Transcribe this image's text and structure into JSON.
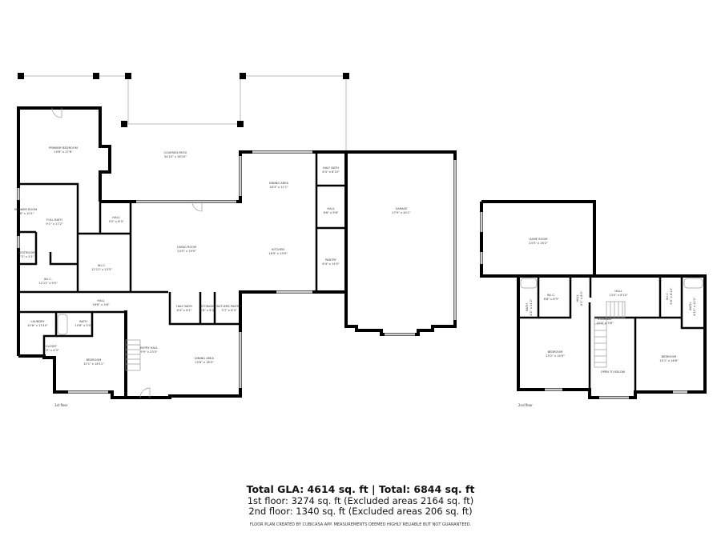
{
  "floors": [
    {
      "label": "1st floor",
      "rooms": [
        {
          "name": "PRIMARY BEDROOM",
          "dims": "19'8\" x 27'6\""
        },
        {
          "name": "COVERED PATIO",
          "dims": "54'10\" x 28'10\""
        },
        {
          "name": "DINING AREA",
          "dims": "16'3\" x 11'1\""
        },
        {
          "name": "HALF BATH",
          "dims": "6'4\" x 6'10\""
        },
        {
          "name": "HALL",
          "dims": "6'6\" x 9'8\""
        },
        {
          "name": "GARAGE",
          "dims": "27'9\" x 40'1\""
        },
        {
          "name": "PANTRY",
          "dims": "6'4\" x 14'0\""
        },
        {
          "name": "SHOWER ROOM",
          "dims": "7'6\" x 10'1\""
        },
        {
          "name": "FULL BATH",
          "dims": "9'1\" x 17'2\""
        },
        {
          "name": "HALL",
          "dims": "5'5\" x 8'3\""
        },
        {
          "name": "LIVING ROOM",
          "dims": "24'5\" x 19'9\""
        },
        {
          "name": "KITCHEN",
          "dims": "16'9\" x 19'9\""
        },
        {
          "name": "RESTROOM",
          "dims": "7'2\" x 5'1\""
        },
        {
          "name": "W.I.C.",
          "dims": "12'11\" x 9'5\""
        },
        {
          "name": "W.I.C.",
          "dims": "12'11\" x 13'3\""
        },
        {
          "name": "HALL",
          "dims": "16'6\" x 3'8\""
        },
        {
          "name": "LAUNDRY",
          "dims": "10'8\" x 13'10\""
        },
        {
          "name": "BATH",
          "dims": "10'6\" x 5'0\""
        },
        {
          "name": "CLOSET",
          "dims": "5'0\" x 4'3\""
        },
        {
          "name": "BEDROOM",
          "dims": "15'1\" x 18'11\""
        },
        {
          "name": "HALF BATH",
          "dims": "6'4\" x 6'1\""
        },
        {
          "name": "STORAGE",
          "dims": "3'8\" x 6'3\""
        },
        {
          "name": "BUTLERS PANTRY",
          "dims": "5'7\" x 6'3\""
        },
        {
          "name": "ENTRY HALL",
          "dims": "9'9\" x 23'3\""
        },
        {
          "name": "DINING AREA",
          "dims": "15'8\" x 16'0\""
        }
      ]
    },
    {
      "label": "2nd floor",
      "rooms": [
        {
          "name": "GAME ROOM",
          "dims": "24'5\" x 16'2\""
        },
        {
          "name": "W.I.C.",
          "dims": "6'8\" x 8'9\""
        },
        {
          "name": "HALL",
          "dims": "4'3\" x 8'0\""
        },
        {
          "name": "HALL",
          "dims": "13'0\" x 8'10\""
        },
        {
          "name": "BATH",
          "dims": "4'2\" x 11'2\""
        },
        {
          "name": "W.I.C.",
          "dims": "6'6\" x 8'10\""
        },
        {
          "name": "BATH",
          "dims": "4'10\" x 11'0\""
        },
        {
          "name": "STAIRWAY",
          "dims": "10'4\" x 3'8\""
        },
        {
          "name": "BEDROOM",
          "dims": "15'2\" x 14'0\""
        },
        {
          "name": "OPEN TO BELOW",
          "dims": ""
        },
        {
          "name": "BEDROOM",
          "dims": "15'1\" x 16'8\""
        }
      ]
    }
  ],
  "summary": {
    "total": "Total GLA: 4614 sq. ft | Total: 6844 sq. ft",
    "first_floor": "1st floor: 3274 sq. ft (Excluded areas 2164 sq. ft)",
    "second_floor": "2nd floor: 1340 sq. ft (Excluded areas 206 sq. ft)",
    "disclaimer": "FLOOR PLAN CREATED BY CUBICASA APP. MEASUREMENTS DEEMED HIGHLY RELIABLE BUT NOT GUARANTEED."
  },
  "colors": {
    "wall": "#000000",
    "window": "#cccccc"
  }
}
